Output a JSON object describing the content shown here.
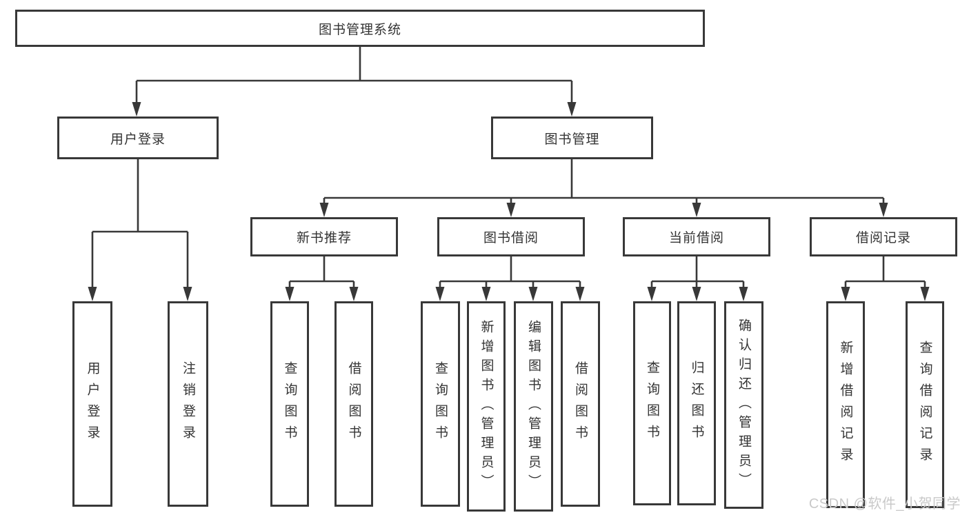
{
  "tree": {
    "label": "图书管理系统",
    "children": [
      {
        "label": "用户登录",
        "children": [
          {
            "label": "用户登录"
          },
          {
            "label": "注销登录"
          }
        ]
      },
      {
        "label": "图书管理",
        "children": [
          {
            "label": "新书推荐",
            "children": [
              {
                "label": "查询图书"
              },
              {
                "label": "借阅图书"
              }
            ]
          },
          {
            "label": "图书借阅",
            "children": [
              {
                "label": "查询图书"
              },
              {
                "label": "新增图书（管理员）"
              },
              {
                "label": "编辑图书（管理员）"
              },
              {
                "label": "借阅图书"
              }
            ]
          },
          {
            "label": "当前借阅",
            "children": [
              {
                "label": "查询图书"
              },
              {
                "label": "归还图书"
              },
              {
                "label": "确认归还（管理员）"
              }
            ]
          },
          {
            "label": "借阅记录",
            "children": [
              {
                "label": "新增借阅记录"
              },
              {
                "label": "查询借阅记录"
              }
            ]
          }
        ]
      }
    ]
  },
  "watermark": "CSDN @软件_小贺同学",
  "colors": {
    "line": "#383838",
    "border": "#383838",
    "text": "#333333",
    "watermark": "#c9c9c9",
    "background": "#ffffff"
  }
}
